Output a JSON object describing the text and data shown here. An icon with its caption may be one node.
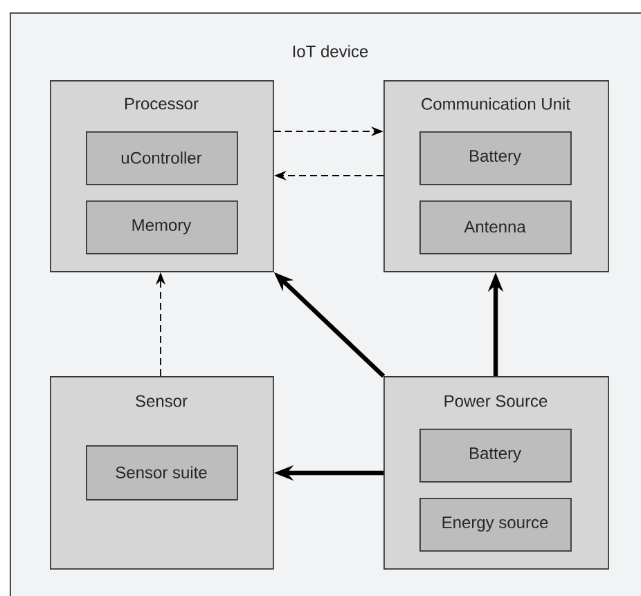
{
  "diagram": {
    "nodes": [
      {
        "text": [
          "IoT device"
        ]
      },
      {
        "text": [
          "Processor"
        ],
        "in": 0
      },
      {
        "text": [
          "uController"
        ],
        "in": 1
      },
      {
        "text": [
          "Memory"
        ],
        "in": 1
      },
      {
        "text": [
          "Communication Unit"
        ],
        "in": 0
      },
      {
        "text": [
          "Battery"
        ],
        "in": 4
      },
      {
        "text": [
          "Antenna"
        ],
        "in": 4
      },
      {
        "text": [
          "Sensor"
        ],
        "in": 0
      },
      {
        "text": [
          "Sensor suite"
        ],
        "in": 7
      },
      {
        "text": [
          "Power Source"
        ],
        "in": 0
      },
      {
        "text": [
          "Battery"
        ],
        "in": 9
      },
      {
        "text": [
          "Energy source"
        ],
        "in": 9
      }
    ],
    "edges": [
      {
        "from": 1,
        "to": 4,
        "arrow": "to",
        "style": "dashed"
      },
      {
        "from": 4,
        "to": 1,
        "arrow": "to",
        "style": "dashed"
      },
      {
        "from": 7,
        "to": 1,
        "arrow": "to",
        "style": "dashed"
      },
      {
        "from": 9,
        "to": 1,
        "arrow": "to",
        "style": "thick"
      },
      {
        "from": 9,
        "to": 4,
        "arrow": "to",
        "style": "thick"
      },
      {
        "from": 9,
        "to": 7,
        "arrow": "to",
        "style": "thick"
      }
    ]
  }
}
